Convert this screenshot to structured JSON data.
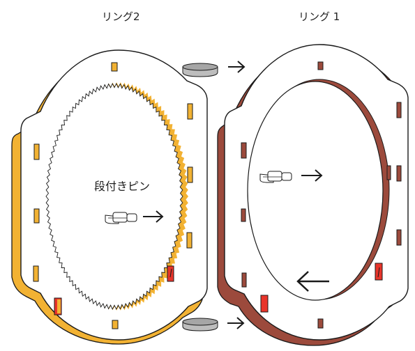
{
  "labels": {
    "ring2": "リング2",
    "ring1": "リング 1",
    "stepped_pin": "段付きピン"
  },
  "colors": {
    "ring2_edge": "#f2b233",
    "ring1_edge": "#9c4a3c",
    "slot_red": "#e8342a",
    "pin_gray": "#a6a6a6",
    "outline": "#1a1a1a"
  }
}
